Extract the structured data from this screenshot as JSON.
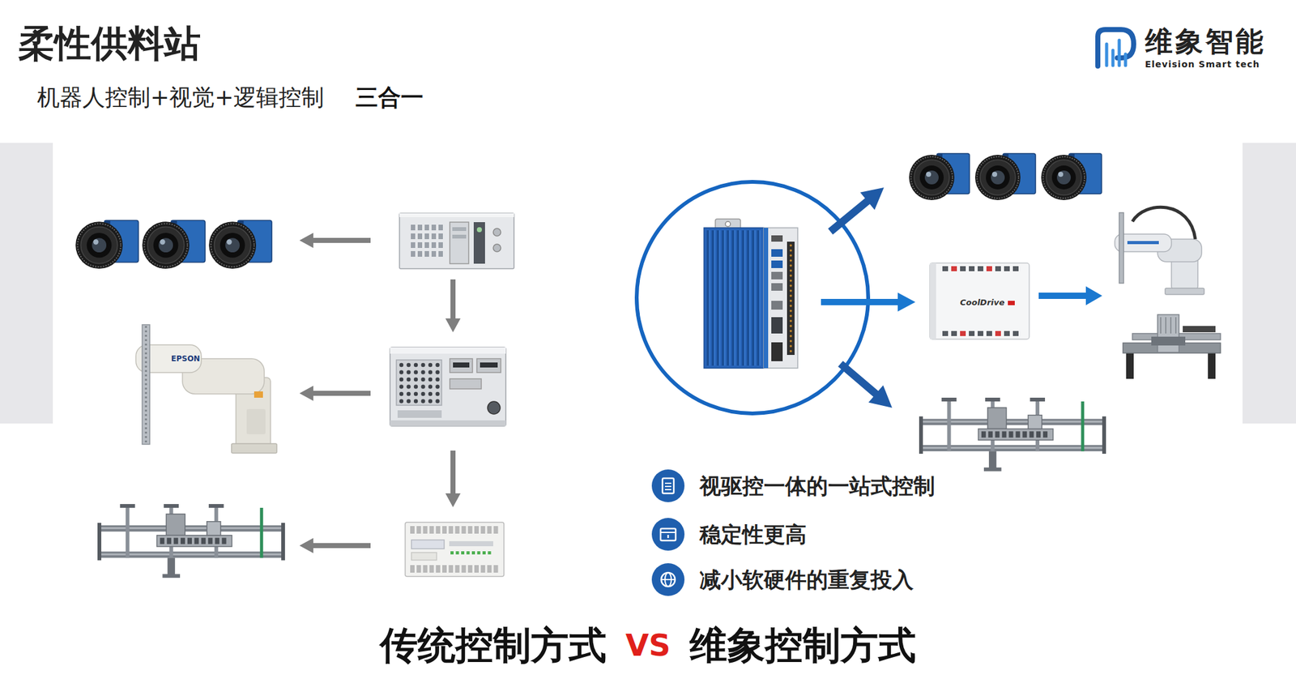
{
  "diagram": {
    "title": "柔性供料站",
    "labels": [
      "机器人控制+视觉+逻辑控制",
      "三合一",
      "维象智能",
      "Elevision Smart tech",
      "EPSON",
      "CoolDrive",
      "视驱控一体的一站式控制",
      "稳定性更高",
      "减小软硬件的重复投入",
      "传统控制方式",
      "VS",
      "维象控制方式"
    ]
  }
}
